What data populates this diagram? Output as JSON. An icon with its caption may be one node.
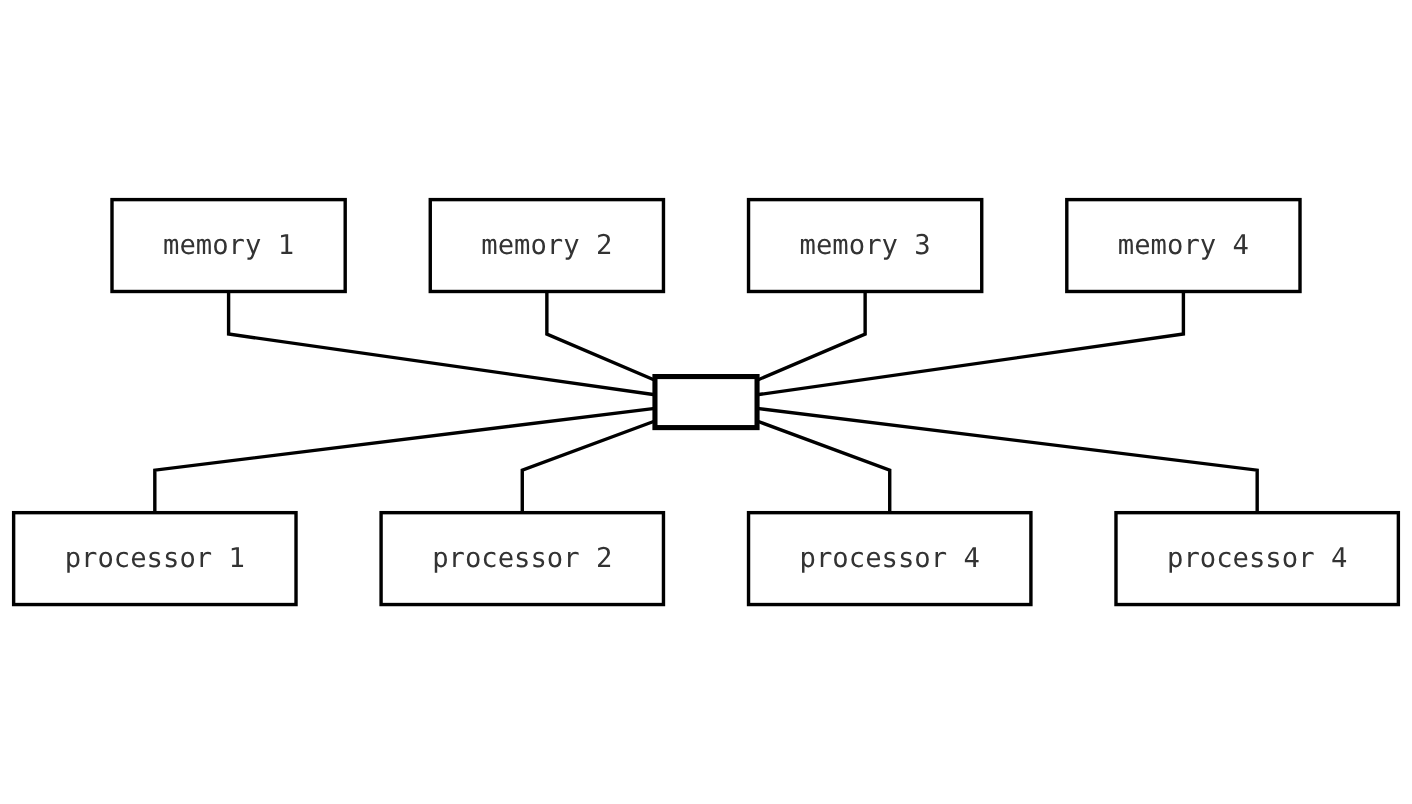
{
  "diagram": {
    "nodes": [
      {
        "text": [
          "memory 1"
        ]
      },
      {
        "text": [
          "memory 2"
        ]
      },
      {
        "text": [
          "memory 3"
        ]
      },
      {
        "text": [
          "memory 4"
        ]
      },
      {
        "text": [],
        "shape": "bar"
      },
      {
        "text": [
          "processor 1"
        ]
      },
      {
        "text": [
          "processor 2"
        ]
      },
      {
        "text": [
          "processor 4"
        ]
      },
      {
        "text": [
          "processor 4"
        ]
      }
    ],
    "edges": [
      {
        "from": 0,
        "to": 4,
        "arrow": "none"
      },
      {
        "from": 1,
        "to": 4,
        "arrow": "none"
      },
      {
        "from": 2,
        "to": 4,
        "arrow": "none"
      },
      {
        "from": 3,
        "to": 4,
        "arrow": "none"
      },
      {
        "from": 4,
        "to": 5,
        "arrow": "none"
      },
      {
        "from": 4,
        "to": 6,
        "arrow": "none"
      },
      {
        "from": 4,
        "to": 7,
        "arrow": "none"
      },
      {
        "from": 4,
        "to": 8,
        "arrow": "none"
      }
    ]
  }
}
